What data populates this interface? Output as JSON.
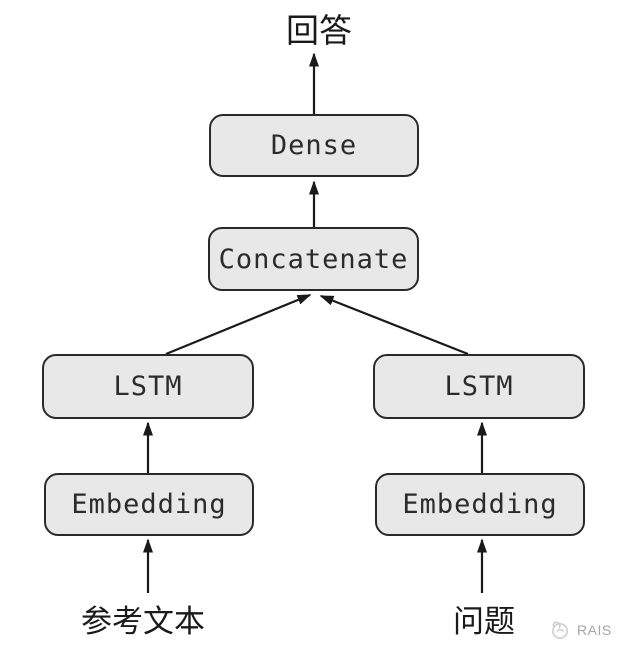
{
  "diagram": {
    "output_label": "回答",
    "nodes": {
      "dense": "Dense",
      "concatenate": "Concatenate",
      "lstm_left": "LSTM",
      "lstm_right": "LSTM",
      "embedding_left": "Embedding",
      "embedding_right": "Embedding"
    },
    "input_left": "参考文本",
    "input_right": "问题"
  },
  "watermark": {
    "text": "RAIS"
  },
  "colors": {
    "node_fill": "#e8e8e8",
    "node_border": "#2a2a2a",
    "arrow": "#1a1a1a",
    "watermark": "#989898"
  }
}
